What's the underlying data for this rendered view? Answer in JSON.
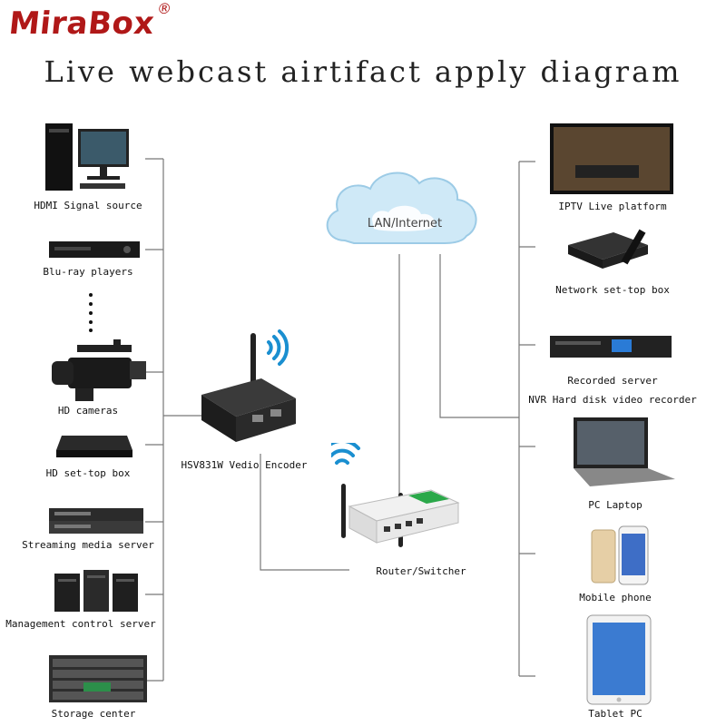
{
  "logo": {
    "text": "MiraBox",
    "registered": "®"
  },
  "title": "Live webcast airtifact apply diagram",
  "cloud": {
    "label": "LAN/Internet"
  },
  "encoder": {
    "label": "HSV831W Vedio Encoder"
  },
  "router": {
    "label": "Router/Switcher"
  },
  "sources": [
    {
      "label": "HDMI Signal source",
      "icon": "desktop-computer-icon"
    },
    {
      "label": "Blu-ray players",
      "icon": "bluray-player-icon"
    },
    {
      "label": "HD cameras",
      "icon": "video-camera-icon"
    },
    {
      "label": "HD set-top box",
      "icon": "settop-box-icon"
    },
    {
      "label": "Streaming media server",
      "icon": "rack-server-icon"
    },
    {
      "label": "Management control server",
      "icon": "tower-servers-icon"
    },
    {
      "label": "Storage center",
      "icon": "storage-array-icon"
    }
  ],
  "outputs": [
    {
      "label": "IPTV Live platform",
      "icon": "tv-icon"
    },
    {
      "label": "Network set-top box",
      "icon": "network-settop-box-icon"
    },
    {
      "label": "Recorded server",
      "icon": "recorded-server-icon"
    },
    {
      "label": "NVR Hard disk video recorder",
      "icon": "nvr-icon"
    },
    {
      "label": "PC Laptop",
      "icon": "laptop-icon"
    },
    {
      "label": "Mobile phone",
      "icon": "mobile-phone-icon"
    },
    {
      "label": "Tablet PC",
      "icon": "tablet-icon"
    }
  ],
  "colors": {
    "brand": "#b01818",
    "line": "#777777",
    "cloud": "#cfe9f7",
    "wifi": "#1a8fd0"
  }
}
